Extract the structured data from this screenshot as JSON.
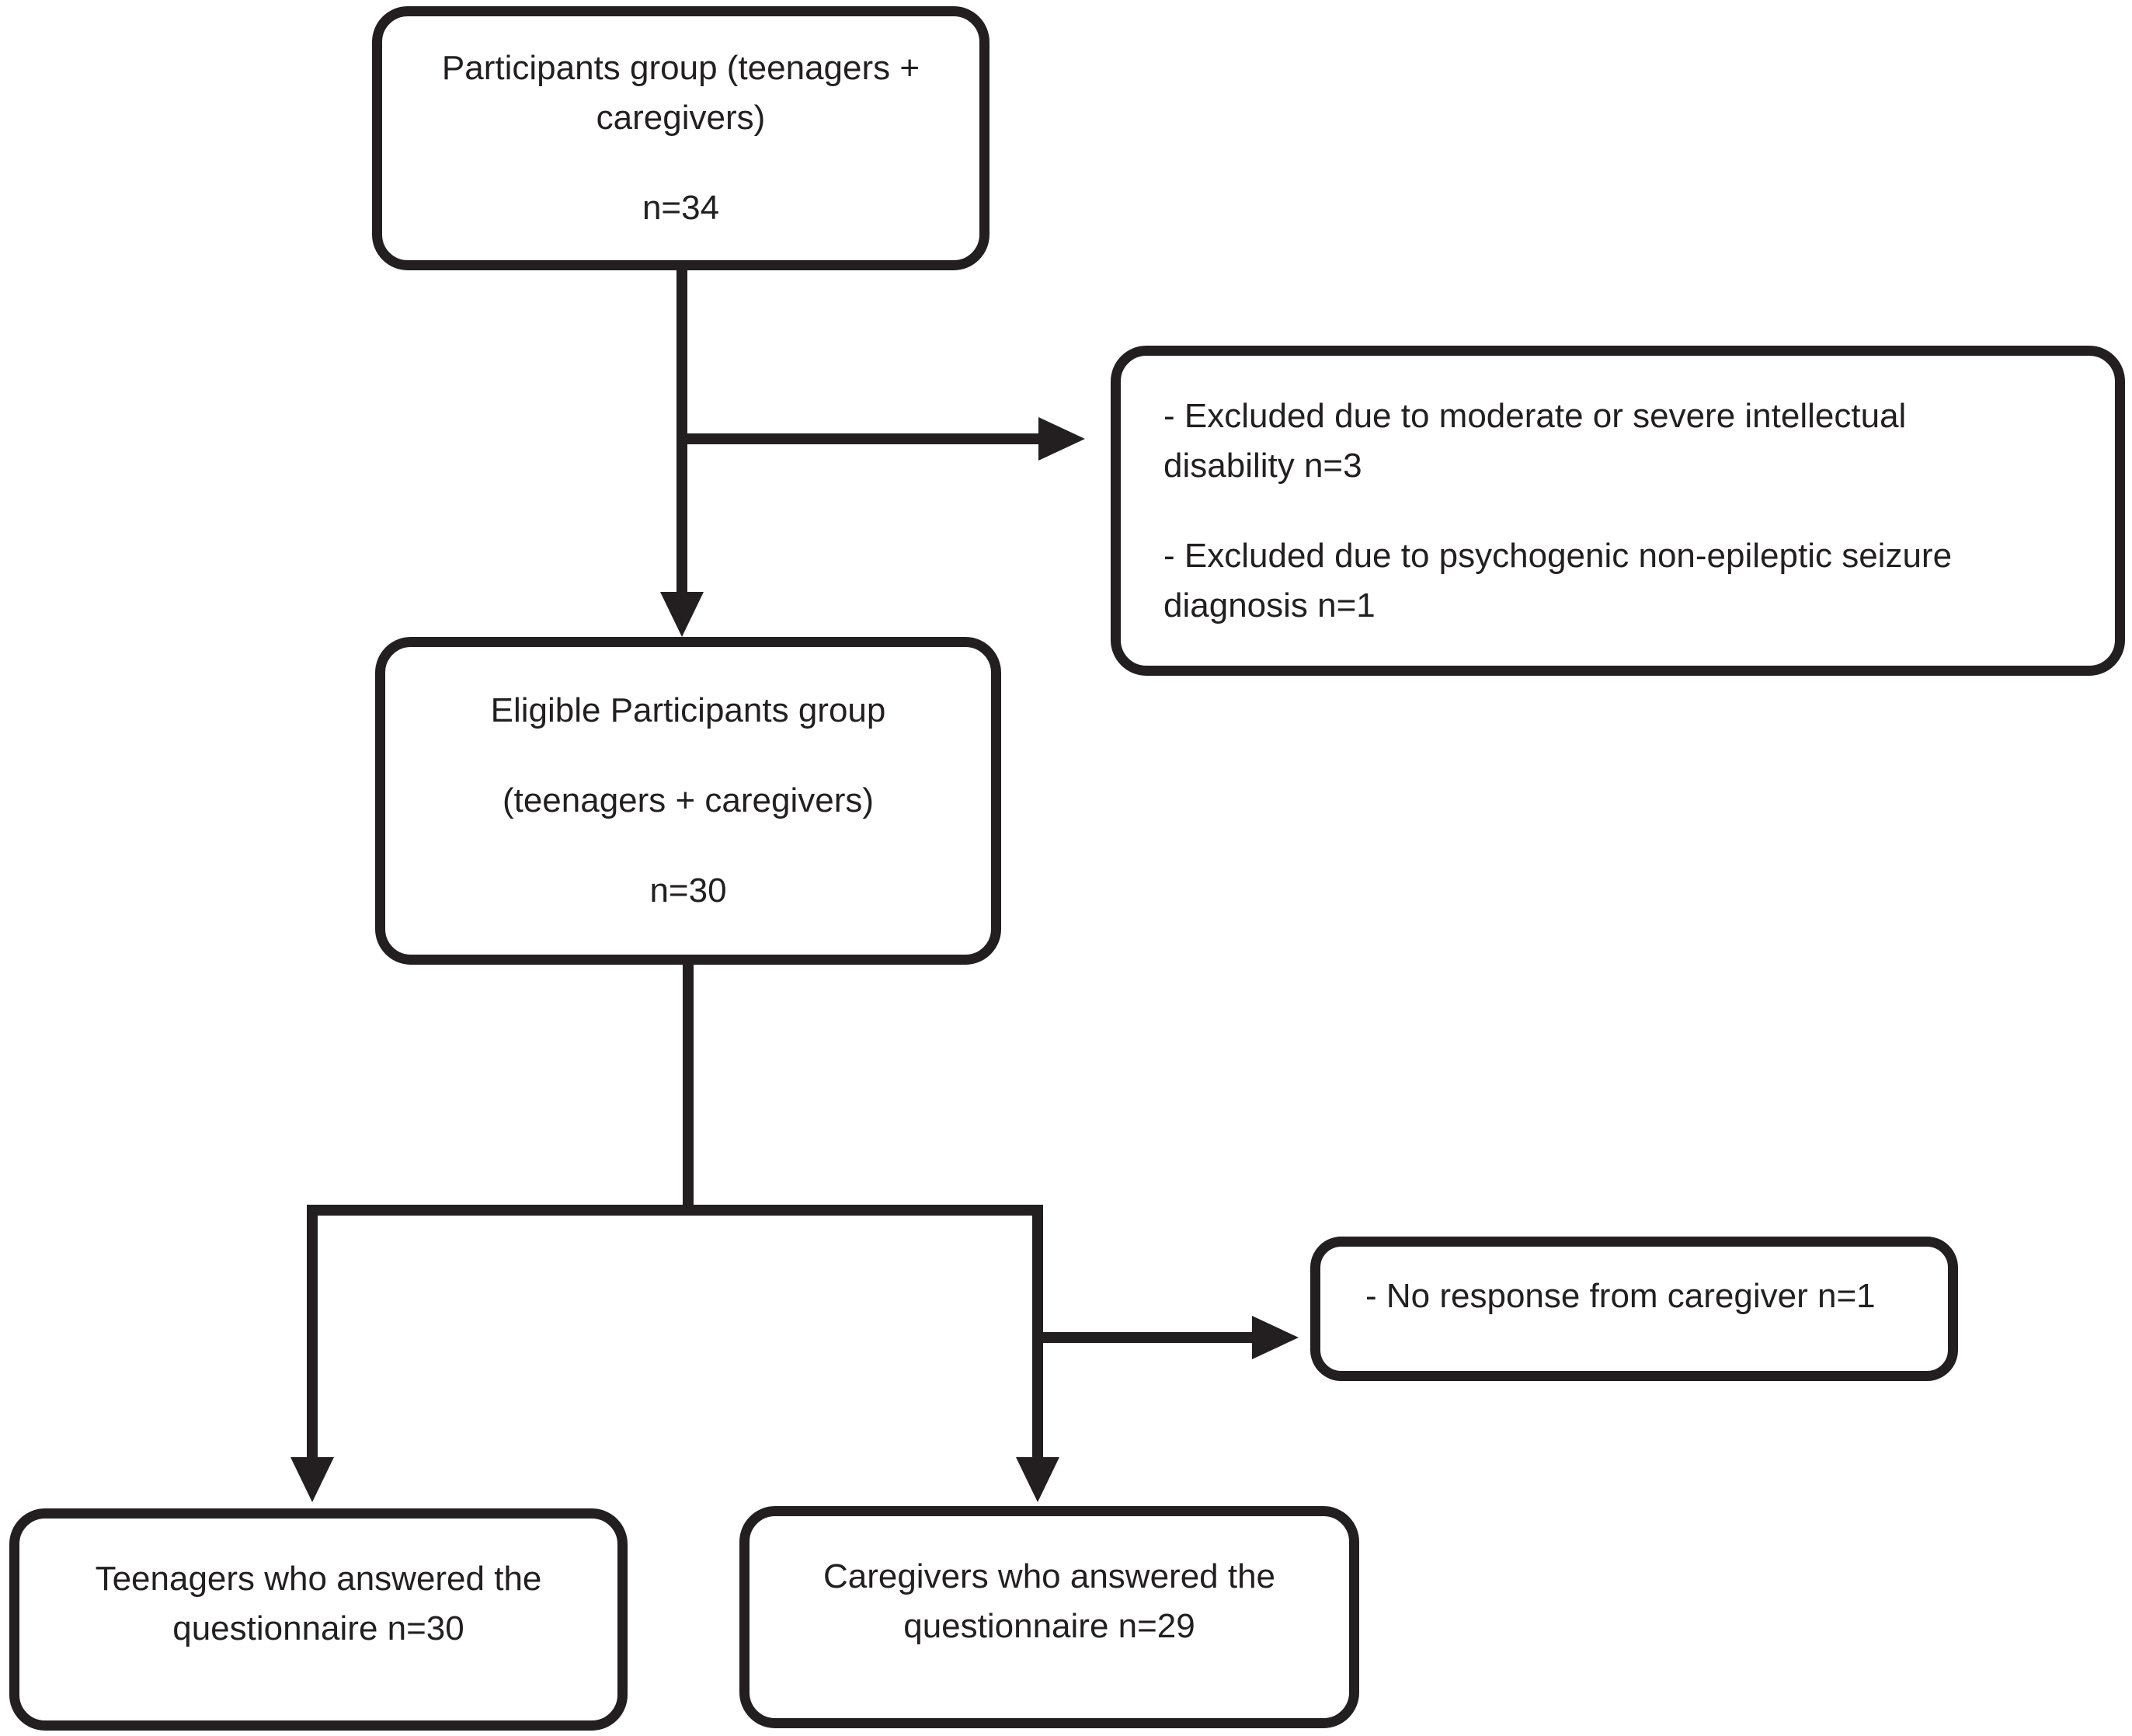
{
  "figure": {
    "type": "participant-flow-diagram",
    "background": "#ffffff",
    "ink": "#231f20"
  },
  "boxes": {
    "participants": {
      "paragraphs": [
        [
          "Participants group (teenagers +",
          "caregivers)"
        ],
        [
          "n=34"
        ]
      ]
    },
    "excluded": {
      "paragraphs": [
        [
          "- Excluded due to moderate or severe intellectual",
          "disability n=3"
        ],
        [
          "- Excluded due to psychogenic non-epileptic seizure",
          "diagnosis n=1"
        ]
      ]
    },
    "eligible": {
      "paragraphs": [
        [
          "Eligible Participants group"
        ],
        [
          "(teenagers + caregivers)"
        ],
        [
          "n=30"
        ]
      ]
    },
    "no_response": {
      "paragraphs": [
        [
          "- No response from caregiver n=1"
        ]
      ]
    },
    "teenagers": {
      "paragraphs": [
        [
          "Teenagers who answered the",
          "questionnaire n=30"
        ]
      ]
    },
    "caregivers": {
      "paragraphs": [
        [
          "Caregivers who answered the",
          "questionnaire n=29"
        ]
      ]
    }
  }
}
